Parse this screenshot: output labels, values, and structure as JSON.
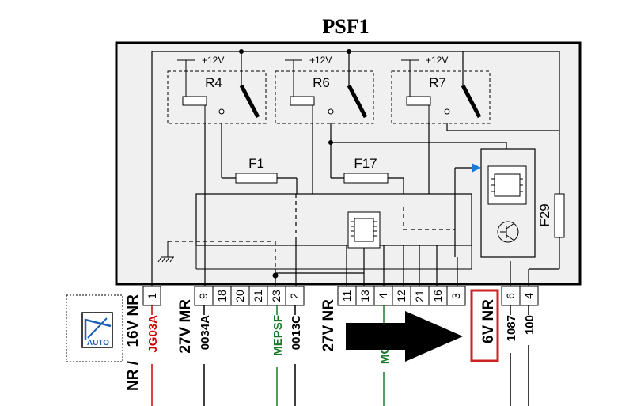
{
  "title": "PSF1",
  "relays": [
    {
      "name": "R4",
      "supply": "+12V"
    },
    {
      "name": "R6",
      "supply": "+12V"
    },
    {
      "name": "R7",
      "supply": "+12V"
    }
  ],
  "fuses": [
    {
      "name": "F1"
    },
    {
      "name": "F17"
    },
    {
      "name": "F29"
    }
  ],
  "connectors": {
    "c1": {
      "pins": [
        "1"
      ],
      "label": "16V NR",
      "partial_label": "NR /"
    },
    "c2": {
      "pins": [
        "9",
        "18",
        "20",
        "21",
        "23",
        "2"
      ],
      "label": "27V MR"
    },
    "c3": {
      "pins": [
        "11",
        "13",
        "4",
        "12",
        "21",
        "16",
        "3"
      ],
      "label": "27V NR"
    },
    "c4": {
      "pins": [
        "6",
        "4"
      ],
      "label": "6V NR"
    }
  },
  "wires": [
    {
      "label": "JG03A",
      "color": "#cc0000"
    },
    {
      "label": "0034A",
      "color": "#000000"
    },
    {
      "label": "MEPSF",
      "color": "#1a7a2a"
    },
    {
      "label": "0013C",
      "color": "#000000"
    },
    {
      "label": "MO",
      "color": "#1a7a2a"
    },
    {
      "label": "1087",
      "color": "#000000"
    },
    {
      "label": "100",
      "color": "#000000"
    }
  ],
  "auto_icon_text": "AUTO",
  "colors": {
    "highlight_box": "#cc2222",
    "arrow": "#000000",
    "body_fill": "#f0f0f0",
    "accent_arrow": "#1a7ad8"
  }
}
